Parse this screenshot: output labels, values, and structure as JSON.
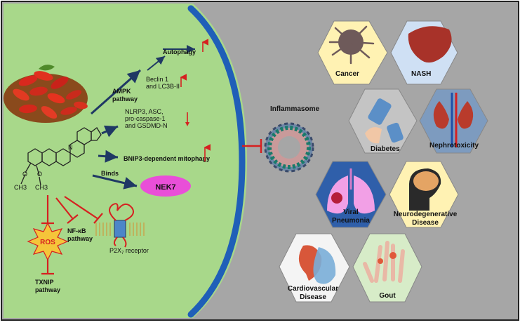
{
  "colors": {
    "background_gray": "#a6a6a6",
    "cell_green": "#a8d88a",
    "membrane_blue": "#1f5fb8",
    "arrow_navy": "#1f3864",
    "inhibit_red": "#d62020",
    "hex_yellow": "#fff2b3",
    "hex_blue": "#cfe0f4",
    "hex_gray": "#c4c4c4",
    "hex_steel": "#7d9bbf",
    "hex_viral": "#2f5faa",
    "hex_green": "#d7ecc8",
    "hex_white": "#f4f4f4",
    "nek7_fill": "#e94fd8",
    "ros_fill": "#f5c53a"
  },
  "pathways": {
    "ampk": "AMPK pathway",
    "beclin": "Beclin 1 and LC3B-II",
    "autophagy": "Autophagy",
    "nlrp3": "NLRP3, ASC, pro-caspase-1 and GSDMD-N",
    "bnip3": "BNIP3-dependent mitophagy",
    "binds": "Binds",
    "nek7": "NEK7",
    "nfkb": "NF-κB pathway",
    "ros": "ROS",
    "txnip": "TXNIP pathway",
    "p2x7": "P2X7 receptor"
  },
  "molecule": {
    "methoxy1": "O",
    "methoxy2": "O",
    "ch3_1": "CH3",
    "ch3_2": "CH3",
    "nitrogen": "N"
  },
  "inflammasome": {
    "title": "Inflammasome"
  },
  "diseases": {
    "cancer": "Cancer",
    "nash": "NASH",
    "diabetes": "Diabetes",
    "nephrotoxicity": "Nephrotoxicity",
    "viral1": "Viral",
    "viral2": "Pneumonia",
    "neuro1": "Neurodegenerative",
    "neuro2": "Disease",
    "cardio1": "Cardiovascular",
    "cardio2": "Disease",
    "gout": "Gout"
  }
}
